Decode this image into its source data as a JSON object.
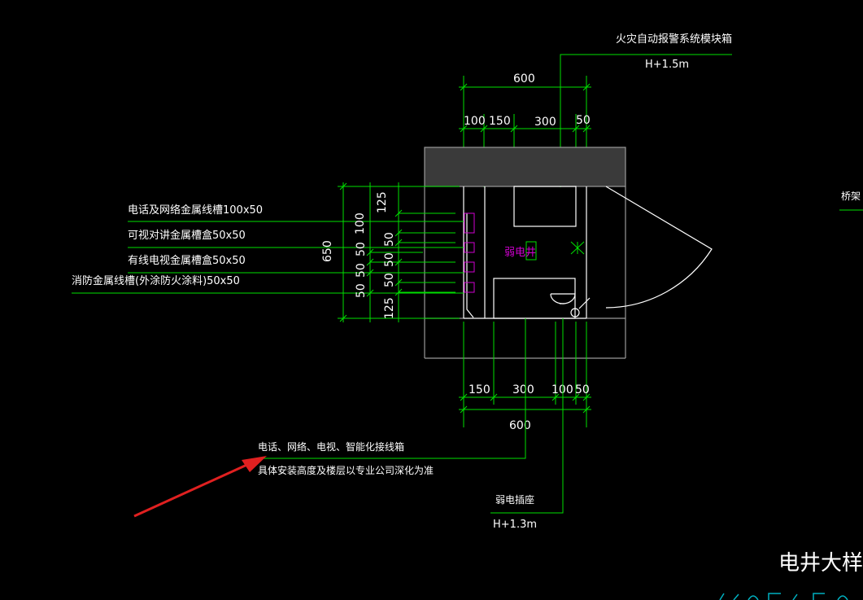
{
  "labels": {
    "fire_alarm_box": "火灾自动报警系统模块箱",
    "fire_alarm_height": "H+1.5m",
    "tray_partial": "桥架",
    "phone_network_trough": "电话及网络金属线槽100x50",
    "intercom_trough": "可视对讲金属槽盒50x50",
    "cable_tv_trough": "有线电视金属槽盒50x50",
    "fire_trough": "消防金属线槽(外涂防火涂料)50x50",
    "room_name": "弱电井",
    "junction_box": "电话、网络、电视、智能化接线箱",
    "install_note": "具体安装高度及楼层以专业公司深化为准",
    "socket": "弱电插座",
    "socket_height": "H+1.3m",
    "drawing_title": "电井大样图"
  },
  "dims": {
    "top_total": "600",
    "top_segments": [
      "100",
      "150",
      "300",
      "50"
    ],
    "bottom_segments": [
      "150",
      "300",
      "100",
      "50"
    ],
    "bottom_total": "600",
    "left_total": "650",
    "left_outer": [
      "50",
      "50",
      "50"
    ],
    "left_inner": [
      "125",
      "100",
      "50",
      "50",
      "50",
      "125"
    ]
  },
  "colors": {
    "background": "#000000",
    "dimension": "#00e000",
    "wall": "#ffffff",
    "hatch": "#3a3a3a",
    "trough": "#d000d0",
    "title_teal": "#00b0c0"
  }
}
